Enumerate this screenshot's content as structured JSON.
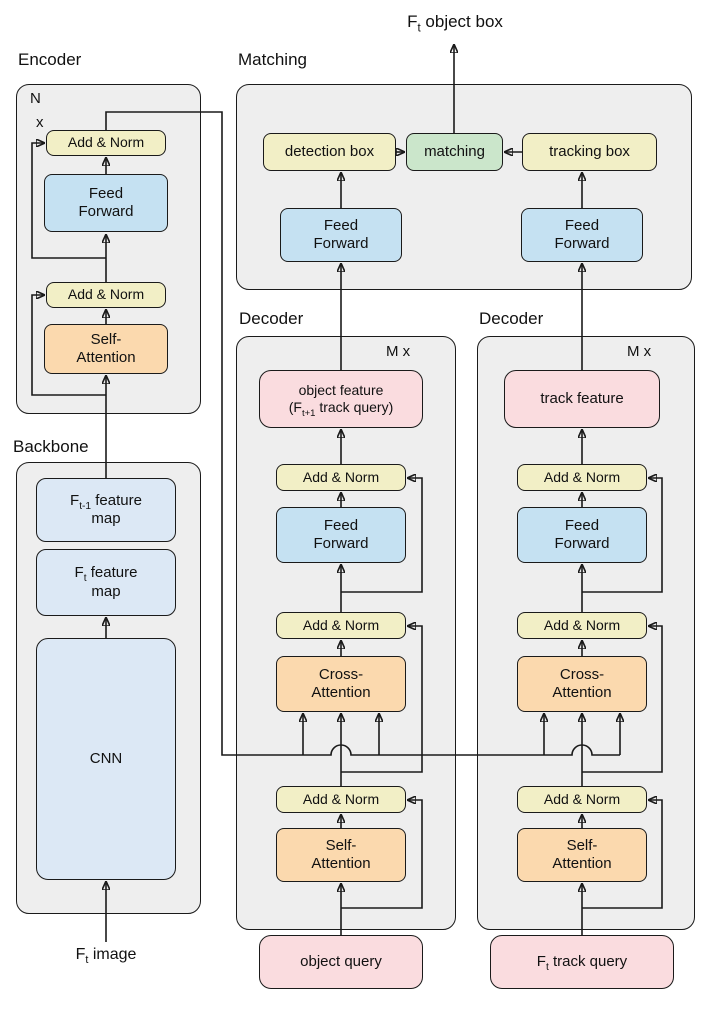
{
  "output": {
    "pre": "F",
    "sub": "t",
    "post": " object box"
  },
  "encoder": {
    "title": "Encoder",
    "n": "N",
    "x": "x",
    "add_norm_top": "Add & Norm",
    "feed_forward": {
      "line1": "Feed",
      "line2": "Forward"
    },
    "add_norm_bottom": "Add & Norm",
    "self_attention": {
      "line1": "Self-",
      "line2": "Attention"
    }
  },
  "backbone": {
    "title": "Backbone",
    "prev_feature_map": {
      "line1_pre": "F",
      "line1_sub": "t-1",
      "line1_post": " feature",
      "line2": "map"
    },
    "curr_feature_map": {
      "line1_pre": "F",
      "line1_sub": "t",
      "line1_post": " feature",
      "line2": "map"
    },
    "cnn": "CNN",
    "input": {
      "pre": "F",
      "sub": "t",
      "post": " image"
    }
  },
  "matching": {
    "title": "Matching",
    "detection_box": "detection box",
    "matching_box": "matching",
    "tracking_box": "tracking box",
    "feed_forward_left": {
      "line1": "Feed",
      "line2": "Forward"
    },
    "feed_forward_right": {
      "line1": "Feed",
      "line2": "Forward"
    }
  },
  "decoder_object": {
    "title": "Decoder",
    "repeat": "M x",
    "output_feature": {
      "line1": "object feature",
      "line2_pre": "(F",
      "line2_sub": "t+1",
      "line2_post": " track query)"
    },
    "add_norm_top": "Add & Norm",
    "feed_forward": {
      "line1": "Feed",
      "line2": "Forward"
    },
    "add_norm_mid": "Add & Norm",
    "cross_attention": {
      "line1": "Cross-",
      "line2": "Attention"
    },
    "add_norm_bottom": "Add & Norm",
    "self_attention": {
      "line1": "Self-",
      "line2": "Attention"
    },
    "query": "object query"
  },
  "decoder_track": {
    "title": "Decoder",
    "repeat": "M x",
    "output_feature": "track feature",
    "add_norm_top": "Add & Norm",
    "feed_forward": {
      "line1": "Feed",
      "line2": "Forward"
    },
    "add_norm_mid": "Add & Norm",
    "cross_attention": {
      "line1": "Cross-",
      "line2": "Attention"
    },
    "add_norm_bottom": "Add & Norm",
    "self_attention": {
      "line1": "Self-",
      "line2": "Attention"
    },
    "query": {
      "pre": "F",
      "sub": "t",
      "post": " track query"
    }
  },
  "colors": {
    "panel_gray": "#eeeeee",
    "add_norm_yellow": "#f2efc6",
    "feed_forward_blue": "#c5e1f2",
    "attention_orange": "#fbd9ae",
    "query_pink": "#fadcdf",
    "backbone_lightblue": "#dce8f5",
    "matching_green": "#cbe6cb",
    "line_black": "#1a1a1a"
  }
}
